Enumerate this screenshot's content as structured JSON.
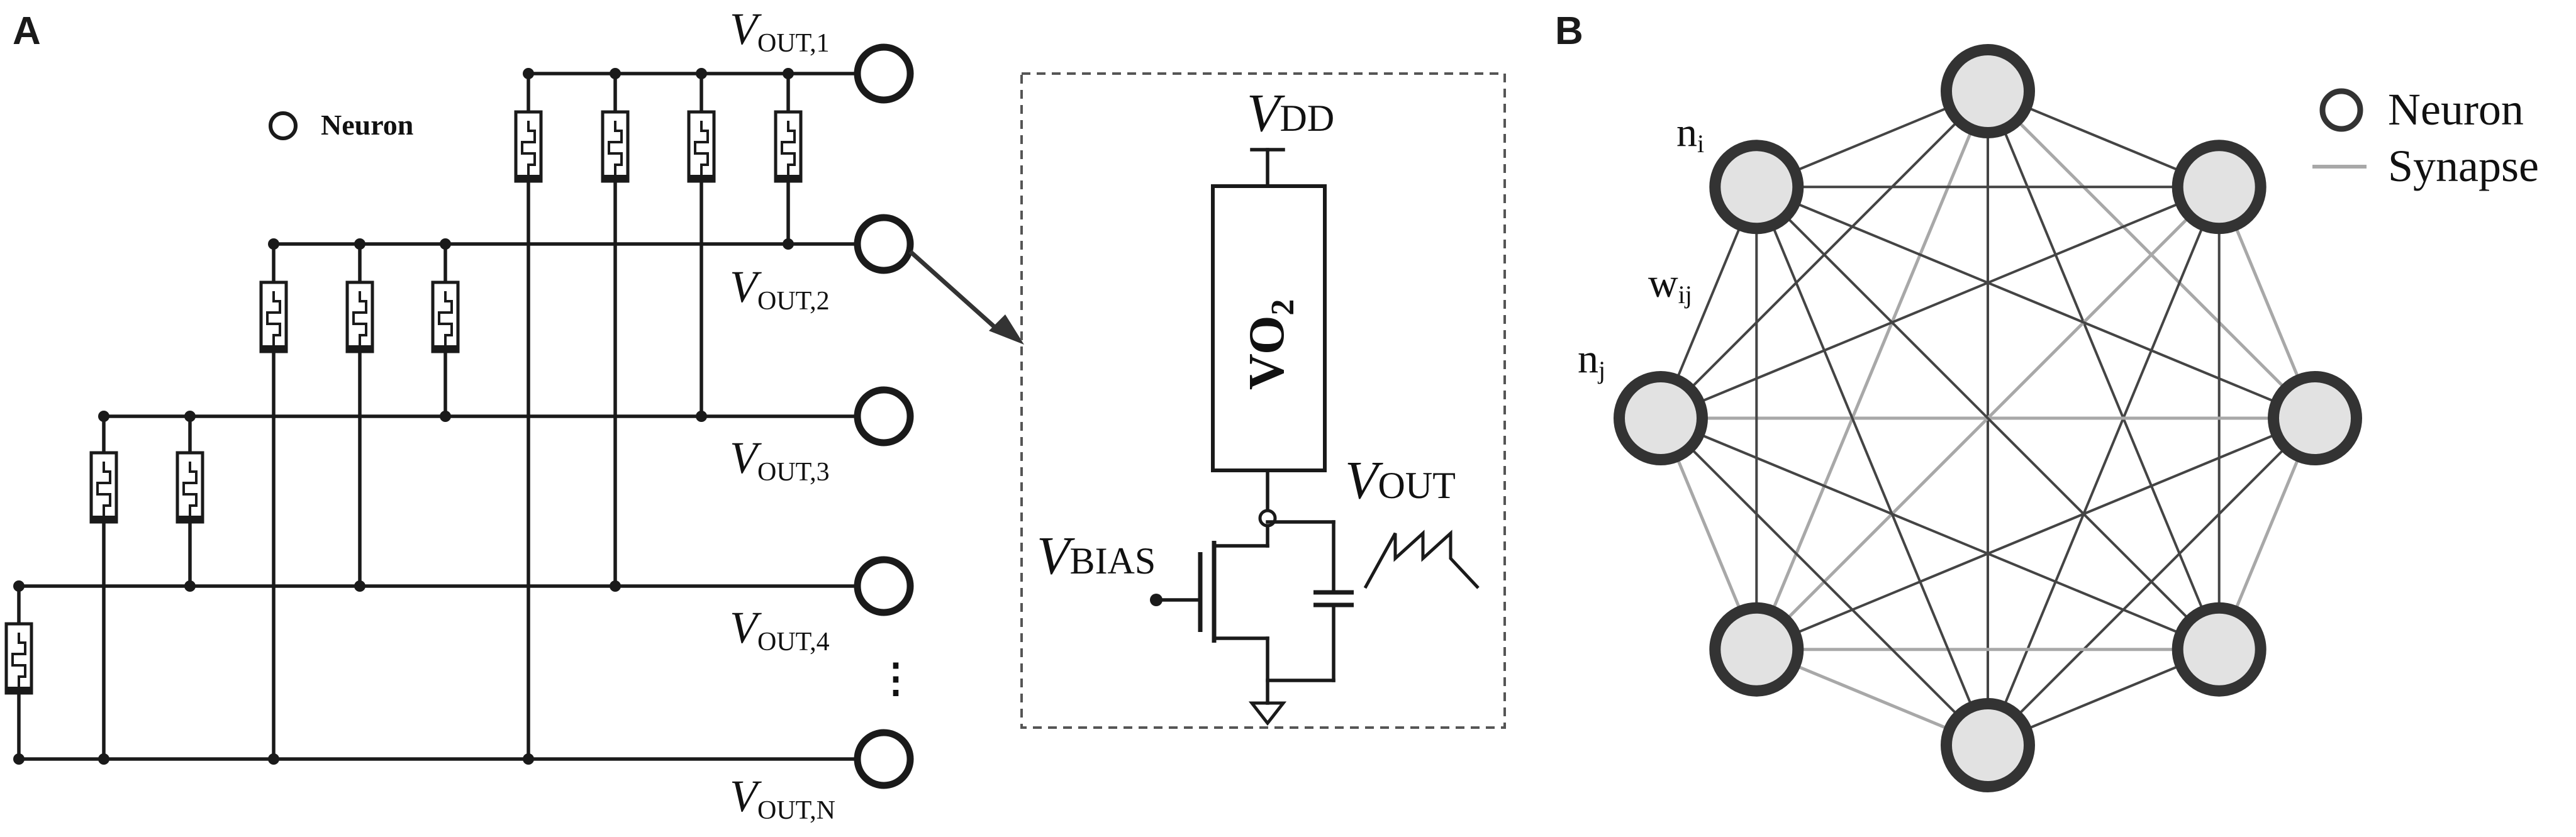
{
  "panel_a": {
    "tag": "A",
    "legend_neuron": "Neuron",
    "outputs": [
      {
        "v": "V",
        "sub": "OUT,1"
      },
      {
        "v": "V",
        "sub": "OUT,2"
      },
      {
        "v": "V",
        "sub": "OUT,3"
      },
      {
        "v": "V",
        "sub": "OUT,4"
      },
      {
        "v": "V",
        "sub": "OUT,N"
      }
    ],
    "ellipsis": "⋮",
    "inset": {
      "vdd_v": "V",
      "vdd_sub": "DD",
      "device": "VO",
      "device_sub": "2",
      "vout_v": "V",
      "vout_sub": "OUT",
      "vbias_v": "V",
      "vbias_sub": "BIAS"
    }
  },
  "panel_b": {
    "tag": "B",
    "legend_neuron": "Neuron",
    "legend_synapse": "Synapse",
    "label_ni": "n",
    "label_ni_sub": "i",
    "label_nj": "n",
    "label_nj_sub": "j",
    "label_w": "w",
    "label_w_sub": "ij"
  },
  "colors": {
    "ink": "#1a1a1a",
    "neuron_fill": "#e2e2e2",
    "synapse_dark": "#444444",
    "synapse_light": "#a8a8a8"
  }
}
